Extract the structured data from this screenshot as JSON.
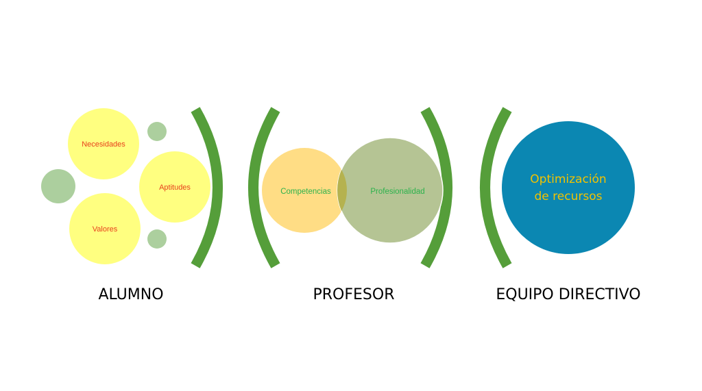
{
  "colors": {
    "arc": "#559e3a",
    "yellow": "#ffff80",
    "small_green": "#accf9e",
    "red_text": "#e8401c",
    "orange": "#ffdd85",
    "olive": "#b5c494",
    "overlap": "#b5b24f",
    "green_text": "#2bb24c",
    "blue": "#0b87b2",
    "gold_text": "#f2c200"
  },
  "alumno": {
    "label": "ALUMNO",
    "circles": [
      "Necesidades",
      "Aptitudes",
      "Valores"
    ]
  },
  "profesor": {
    "label": "PROFESOR",
    "circles": [
      "Competencias",
      "Profesionalidad"
    ]
  },
  "equipo": {
    "label": "EQUIPO DIRECTIVO",
    "line1": "Optimización",
    "line2": "de recursos"
  }
}
